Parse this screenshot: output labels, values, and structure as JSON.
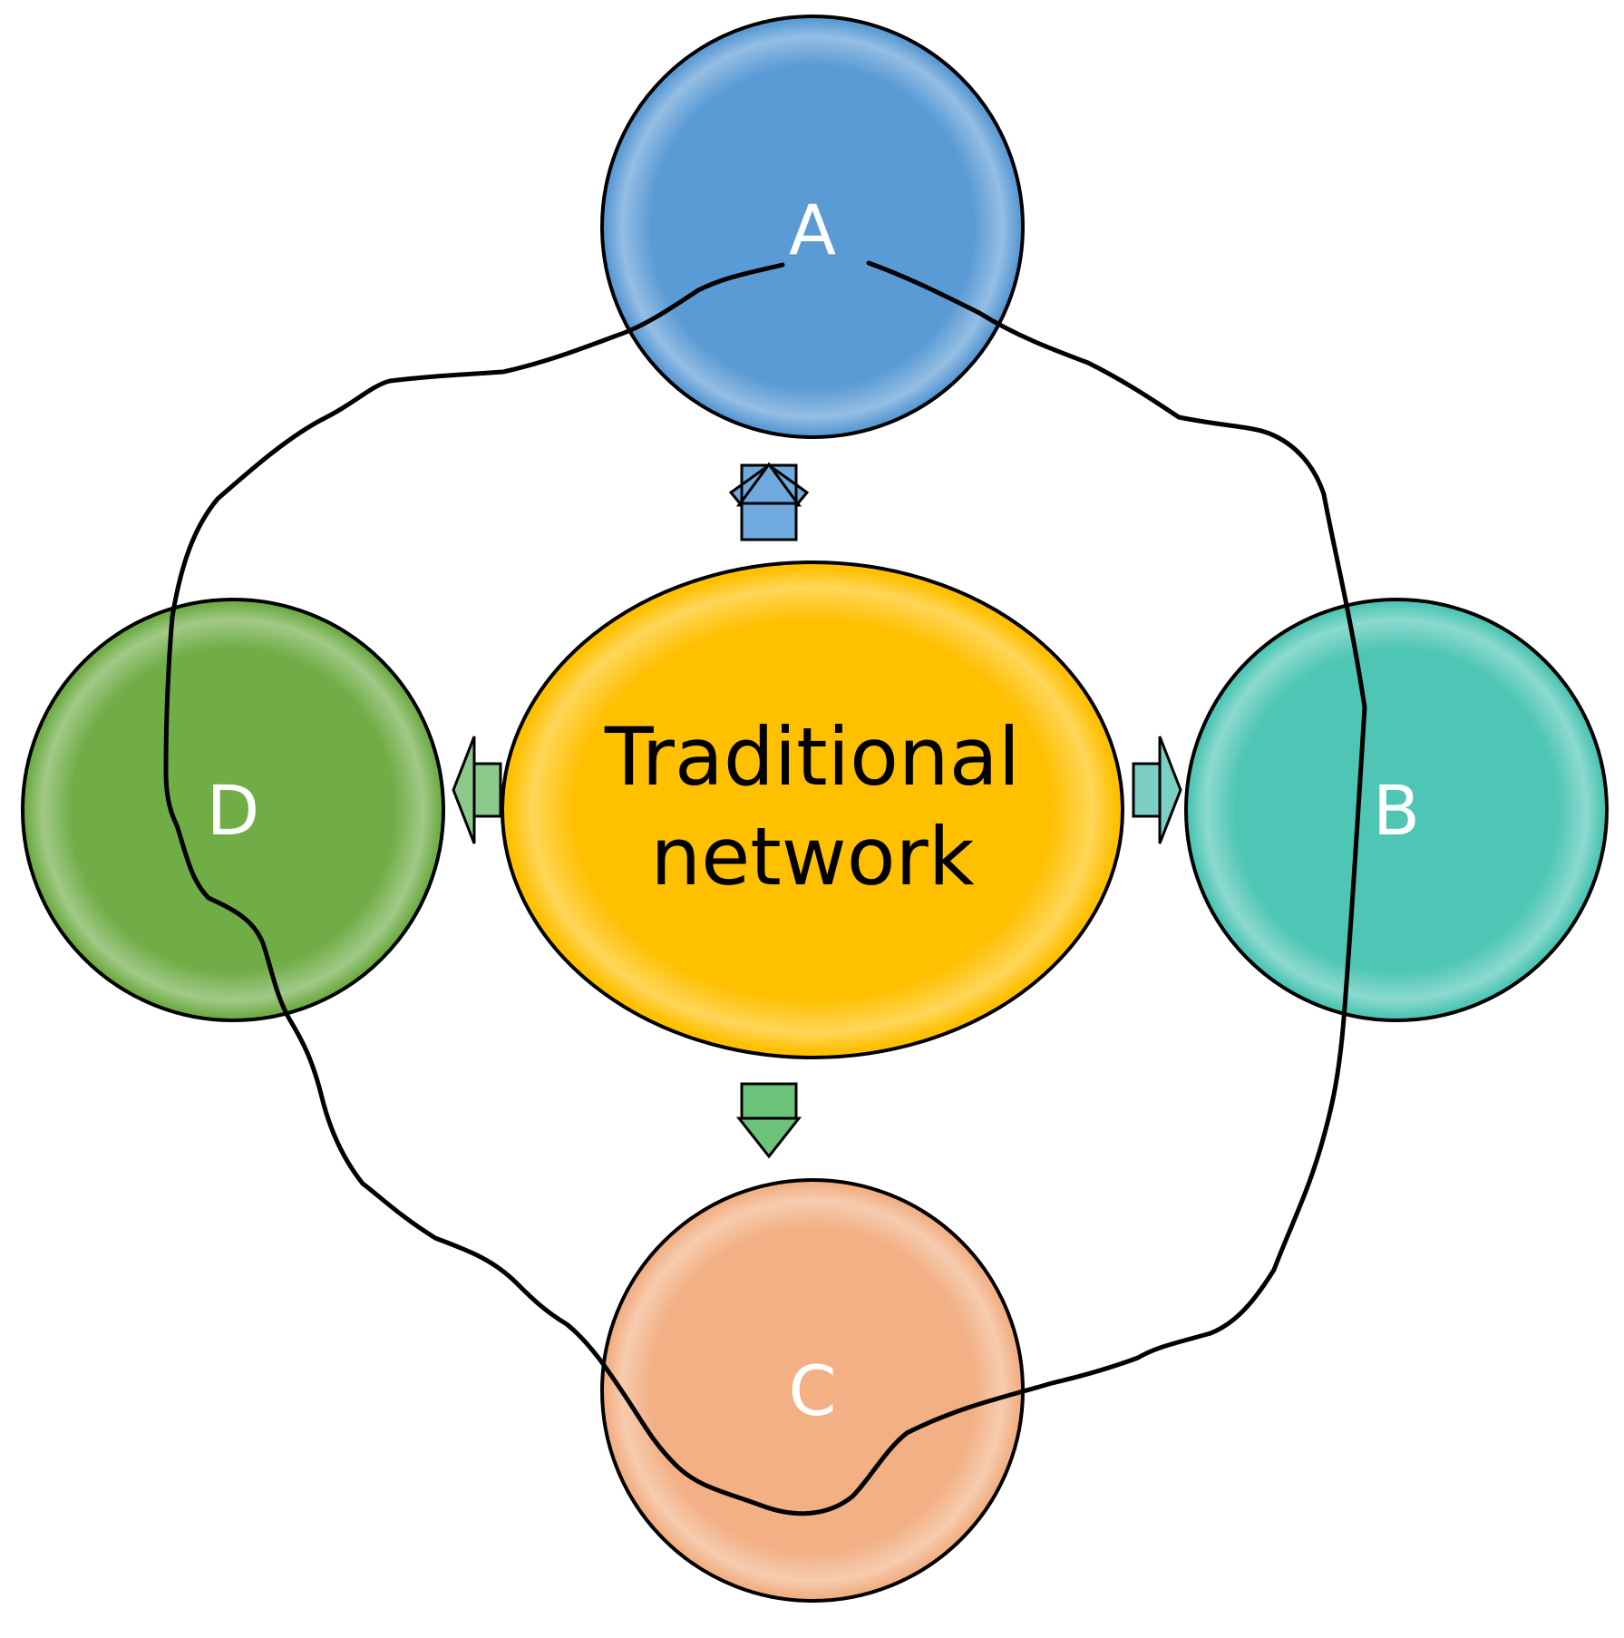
{
  "center": {
    "line1": "Traditional",
    "line2": "network",
    "color": "#FFC000"
  },
  "nodes": [
    {
      "id": "a",
      "label": "A",
      "color": "#5B9BD5"
    },
    {
      "id": "b",
      "label": "B",
      "color": "#4FC6B5"
    },
    {
      "id": "c",
      "label": "C",
      "color": "#F2B084"
    },
    {
      "id": "d",
      "label": "D",
      "color": "#70AD47"
    }
  ],
  "arrows": {
    "up": "#6FA9DE",
    "right": "#7CCFC4",
    "down": "#6CC47B",
    "left": "#8CC98A"
  },
  "outline_color": "#000000"
}
